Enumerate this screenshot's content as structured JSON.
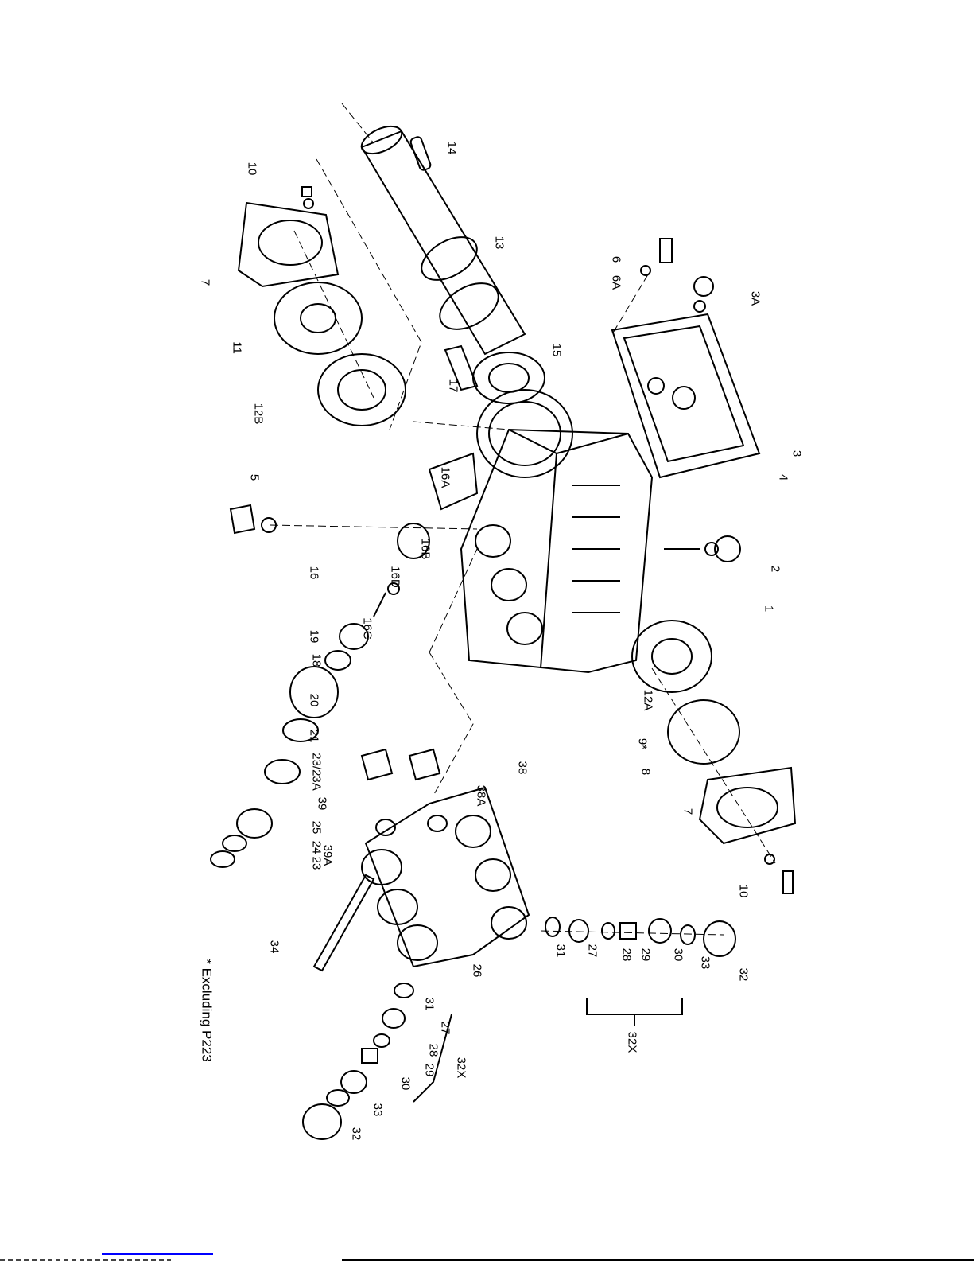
{
  "diagram": {
    "part_labels": {
      "l10a": "10",
      "l14": "14",
      "l7a": "7",
      "l13": "13",
      "l11": "11",
      "l6": "6",
      "l6A": "6A",
      "l3A": "3A",
      "l12B": "12B",
      "l15": "15",
      "l17": "17",
      "l3": "3",
      "l4": "4",
      "l5": "5",
      "l16A": "16A",
      "l16B": "16B",
      "l16": "16",
      "l16D": "16D",
      "l2": "2",
      "l16C": "16C",
      "l19": "19",
      "l1": "1",
      "l18": "18",
      "l20": "20",
      "l12A": "12A",
      "l9": "9*",
      "l21": "21",
      "l23_23A": "23/23A",
      "l8": "8",
      "l38": "38",
      "l38A": "38A",
      "l39": "39",
      "l7b": "7",
      "l25": "25",
      "l39A": "39A",
      "l24": "24",
      "l23": "23",
      "l10b": "10",
      "l34": "34",
      "l31a": "31",
      "l27a": "27",
      "l28a": "28",
      "l29a": "29",
      "l30a": "30",
      "l33a": "33",
      "l32a": "32",
      "l26": "26",
      "l32Xa": "32X",
      "l31b": "31",
      "l27b": "27",
      "l28b": "28",
      "l29b": "29",
      "l30b": "30",
      "l33b": "33",
      "l32b": "32",
      "l32Xb": "32X"
    },
    "note": "* Excluding P223"
  }
}
